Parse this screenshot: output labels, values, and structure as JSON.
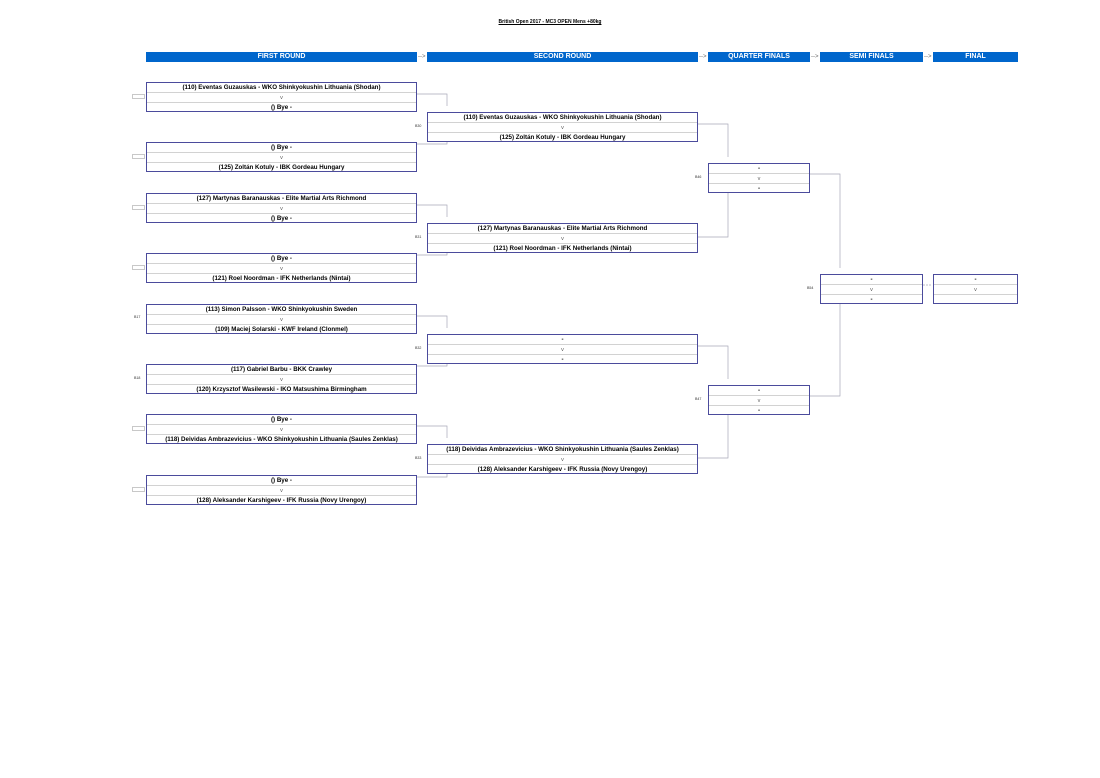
{
  "title": "British Open 2017 - MC3 OPEN Mens +80kg",
  "arrow": "-->",
  "vs": "v",
  "headers": {
    "first_round": "FIRST ROUND",
    "second_round": "SECOND ROUND",
    "quarter_finals": "QUARTER FINALS",
    "semi_finals": "SEMI FINALS",
    "final": "FINAL"
  },
  "first_round": [
    {
      "top": "(110) Eventas Guzauskas - WKO Shinkyokushin Lithuania (Shodan)",
      "bottom": "() Bye -"
    },
    {
      "top": "() Bye -",
      "bottom": "(125) Zoltán Kotuly - IBK Gordeau Hungary"
    },
    {
      "top": "(127) Martynas Baranauskas - Elite Martial Arts Richmond",
      "bottom": "() Bye -"
    },
    {
      "top": "() Bye -",
      "bottom": "(121) Roel Noordman - IFK Netherlands (Nintai)"
    },
    {
      "top": "(113) Simon Palsson - WKO Shinkyokushin Sweden",
      "bottom": "(109) Maciej Solarski - KWF Ireland (Clonmel)",
      "bout": "B17"
    },
    {
      "top": "(117) Gabriel Barbu - BKK Crawley",
      "bottom": "(120) Krzysztof Wasilewski - IKO Matsushima Birmingham",
      "bout": "B18"
    },
    {
      "top": "() Bye -",
      "bottom": "(118) Deividas Ambrazevicius - WKO Shinkyokushin Lithuania (Saules Zenklas)"
    },
    {
      "top": "() Bye -",
      "bottom": "(128) Aleksander Karshigeev - IFK Russia (Novy Urengoy)"
    }
  ],
  "second_round": [
    {
      "top": "(110) Eventas Guzauskas - WKO Shinkyokushin Lithuania (Shodan)",
      "bottom": "(125) Zoltán Kotuly - IBK Gordeau Hungary",
      "bout": "B30"
    },
    {
      "top": "(127) Martynas Baranauskas - Elite Martial Arts Richmond",
      "bottom": "(121) Roel Noordman - IFK Netherlands (Nintai)",
      "bout": "B31"
    },
    {
      "top": "-",
      "bottom": "-",
      "bout": "B32"
    },
    {
      "top": "(118) Deividas Ambrazevicius - WKO Shinkyokushin Lithuania (Saules Zenklas)",
      "bottom": "(128) Aleksander Karshigeev - IFK Russia (Novy Urengoy)",
      "bout": "B33"
    }
  ],
  "quarter_finals": [
    {
      "top": "-",
      "bottom": "-",
      "bout": "B46"
    },
    {
      "top": "-",
      "bottom": "-",
      "bout": "B47"
    }
  ],
  "semi_finals": [
    {
      "top": "-",
      "bottom": "-",
      "bout": "B54"
    }
  ],
  "final": [
    {
      "top": "-",
      "bottom": ""
    }
  ],
  "colors": {
    "header": "#0066cc",
    "box_border": "#4b4b9c"
  }
}
